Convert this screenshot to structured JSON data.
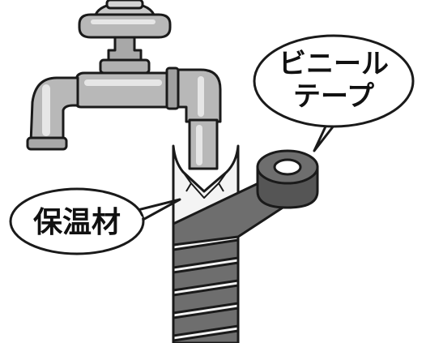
{
  "labels": {
    "tape_line1": "ビニール",
    "tape_line2": "テープ",
    "insulation": "保温材"
  },
  "colors": {
    "outline": "#1a1a1a",
    "faucet_body": "#b8b8b8",
    "faucet_highlight": "#e6e6e6",
    "faucet_shadow": "#8a8a8a",
    "tape": "#6e6e6e",
    "tape_dark": "#555555",
    "insulation": "#f4f4f4",
    "bubble_fill": "#ffffff"
  },
  "icons": {
    "faucet": "water-faucet-icon",
    "tape_roll": "tape-roll-icon"
  }
}
